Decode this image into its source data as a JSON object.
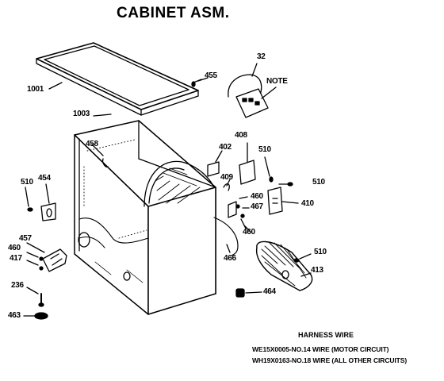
{
  "title": "CABINET ASM.",
  "part_labels": {
    "p32": "32",
    "note": "NOTE",
    "p455": "455",
    "p1001": "1001",
    "p1003": "1003",
    "p458": "458",
    "p408": "408",
    "p402": "402",
    "p510_top": "510",
    "p510_right": "510",
    "p409": "409",
    "p460_a": "460",
    "p467": "467",
    "p410": "410",
    "p460_b": "460",
    "p510_left": "510",
    "p454": "454",
    "p457": "457",
    "p460_left": "460",
    "p417": "417",
    "p236": "236",
    "p463": "463",
    "p466": "466",
    "p510_lower": "510",
    "p413": "413",
    "p464": "464"
  },
  "harness": {
    "heading": "HARNESS WIRE",
    "line1": "WE15X0005-NO.14 WIRE (MOTOR CIRCUIT)",
    "line2": "WH19X0163-NO.18 WIRE (ALL OTHER CIRCUITS)"
  }
}
